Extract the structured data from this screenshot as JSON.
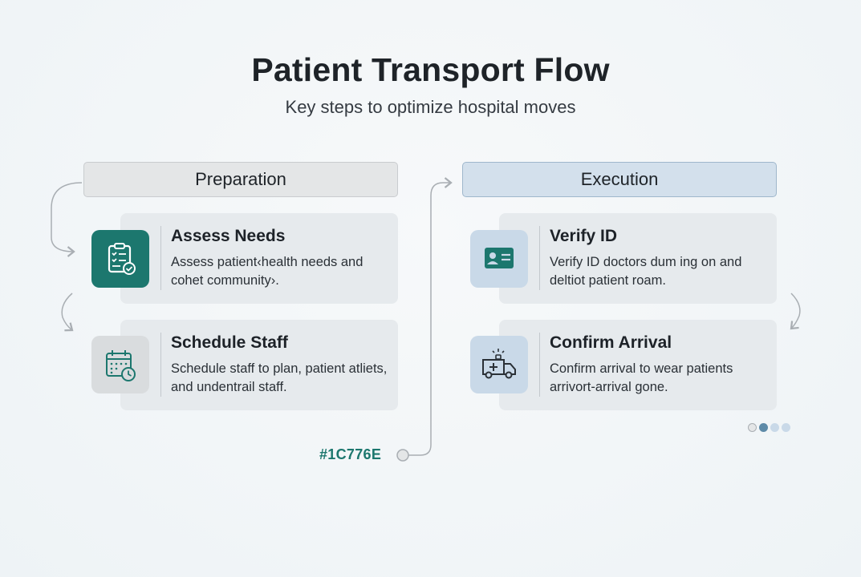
{
  "title": "Patient Transport Flow",
  "subtitle": "Key steps to optimize hospital moves",
  "columns": [
    {
      "header": "Preparation",
      "steps": [
        {
          "title": "Assess Needs",
          "description": "Assess patient‹health needs and cohet community›.",
          "icon": "clipboard-check-icon"
        },
        {
          "title": "Schedule Staff",
          "description": "Schedule staff to plan, patient atliets, and undentrail staff.",
          "icon": "calendar-clock-icon"
        }
      ]
    },
    {
      "header": "Execution",
      "steps": [
        {
          "title": "Verify ID",
          "description": "Verify ID doctors dum ing on and deltiot patient roam.",
          "icon": "id-card-icon"
        },
        {
          "title": "Confirm Arrival",
          "description": "Confirm arrival to wear patients arrivort-arrival gone.",
          "icon": "ambulance-icon"
        }
      ]
    }
  ],
  "color_label": "#1C776E",
  "colors": {
    "accent_teal": "#1C776E",
    "execution_blue": "#C9D9E8",
    "preparation_grey": "#E4E6E7",
    "connector": "#A9AEB3"
  },
  "pagination": {
    "total": 4,
    "active": 1
  }
}
